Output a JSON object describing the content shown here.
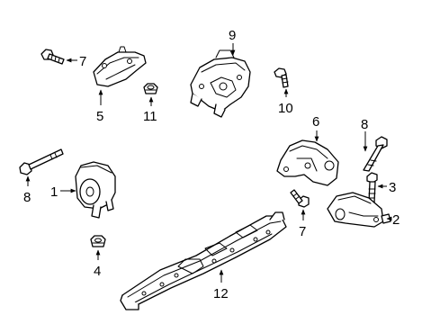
{
  "callouts": {
    "c1": "1",
    "c2": "2",
    "c3": "3",
    "c4": "4",
    "c5": "5",
    "c6": "6",
    "c7a": "7",
    "c7b": "7",
    "c8a": "8",
    "c8b": "8",
    "c9": "9",
    "c10": "10",
    "c11": "11",
    "c12": "12"
  }
}
